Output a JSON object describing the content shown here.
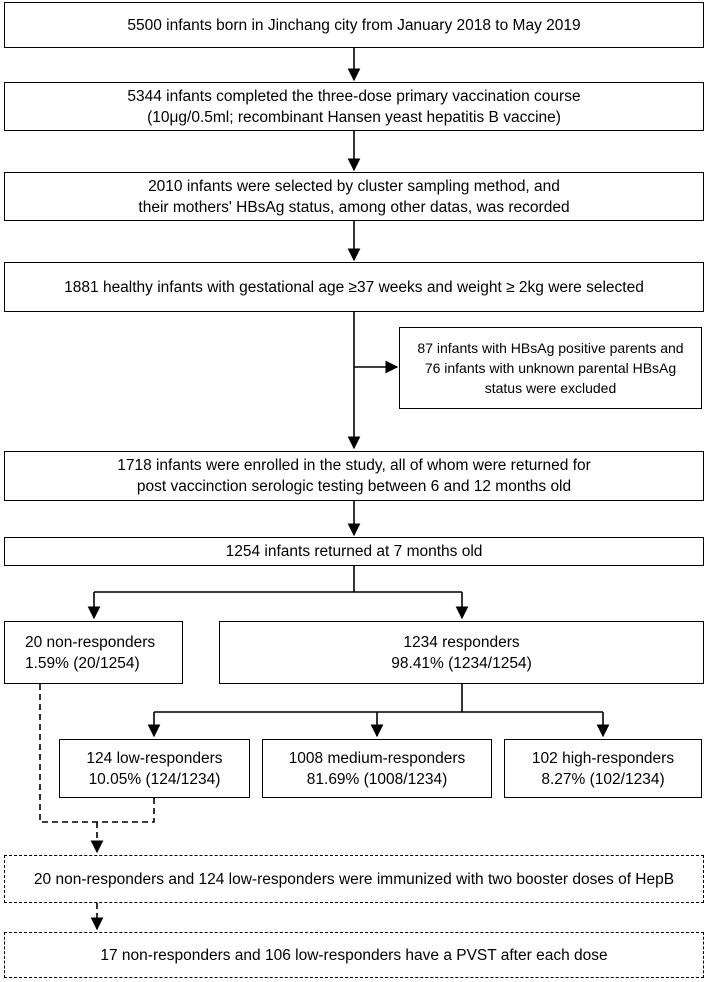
{
  "nodes": {
    "born": {
      "lines": [
        "5500 infants born in Jinchang city from January 2018 to May 2019"
      ]
    },
    "completed": {
      "lines": [
        "5344 infants completed the three-dose primary vaccination course",
        "(10μg/0.5ml; recombinant Hansen yeast hepatitis B vaccine)"
      ]
    },
    "selected": {
      "lines": [
        "2010 infants were selected by cluster sampling method, and",
        "their mothers' HBsAg status, among other datas, was recorded"
      ]
    },
    "healthy": {
      "lines": [
        "1881 healthy infants with gestational age ≥37 weeks and weight ≥ 2kg were selected"
      ]
    },
    "excluded": {
      "lines": [
        "87 infants with HBsAg positive parents and",
        "76 infants with unknown parental HBsAg",
        "status were excluded"
      ]
    },
    "enrolled": {
      "lines": [
        "1718 infants were enrolled in the study, all of whom were returned for",
        "post vaccinction serologic testing between 6 and 12 months old"
      ]
    },
    "returned": {
      "lines": [
        "1254 infants returned at 7 months old"
      ]
    },
    "non_responders": {
      "lines": [
        "20 non-responders",
        "1.59% (20/1254)"
      ]
    },
    "responders": {
      "lines": [
        "1234 responders",
        "98.41% (1234/1254)"
      ]
    },
    "low": {
      "lines": [
        "124 low-responders",
        "10.05% (124/1234)"
      ]
    },
    "medium": {
      "lines": [
        "1008 medium-responders",
        "81.69% (1008/1234)"
      ]
    },
    "high": {
      "lines": [
        "102 high-responders",
        "8.27% (102/1234)"
      ]
    },
    "booster": {
      "lines": [
        "20 non-responders and 124 low-responders were immunized with two booster doses of  HepB"
      ]
    },
    "pvst": {
      "lines": [
        "17 non-responders and 106 low-responders have a PVST after each dose"
      ]
    }
  },
  "colors": {
    "stroke": "#000000",
    "background": "#ffffff"
  }
}
